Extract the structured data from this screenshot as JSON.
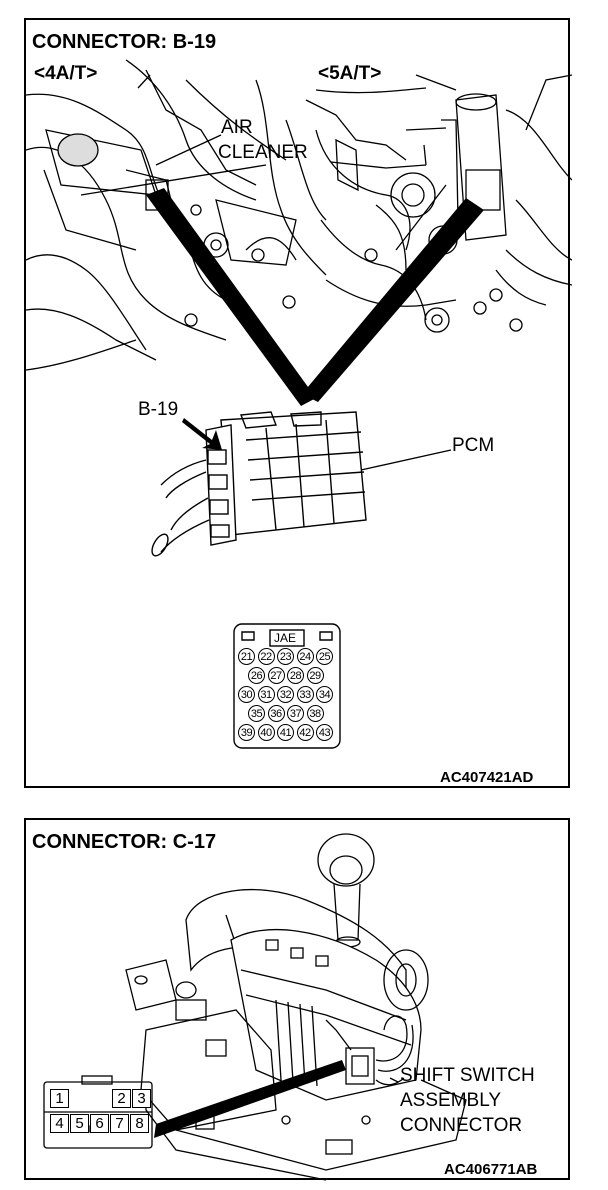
{
  "b19": {
    "title": "CONNECTOR: B-19",
    "variant_left": "<4A/T>",
    "variant_right": "<5A/T>",
    "air_cleaner_1": "AIR",
    "air_cleaner_2": "CLEANER",
    "connector_label": "B-19",
    "pcm_label": "PCM",
    "connector_brand": "JAE",
    "pins_row1": [
      "21",
      "22",
      "23",
      "24",
      "25"
    ],
    "pins_row2": [
      "26",
      "27",
      "28",
      "29"
    ],
    "pins_row3": [
      "30",
      "31",
      "32",
      "33",
      "34"
    ],
    "pins_row4": [
      "35",
      "36",
      "37",
      "38"
    ],
    "pins_row5": [
      "39",
      "40",
      "41",
      "42",
      "43"
    ],
    "figure_code": "AC407421AD"
  },
  "c17": {
    "title": "CONNECTOR: C-17",
    "callout_1": "SHIFT SWITCH",
    "callout_2": "ASSEMBLY",
    "callout_3": "CONNECTOR",
    "pins_top": [
      "1",
      "2",
      "3"
    ],
    "pins_bottom": [
      "4",
      "5",
      "6",
      "7",
      "8"
    ],
    "figure_code": "AC406771AB"
  }
}
